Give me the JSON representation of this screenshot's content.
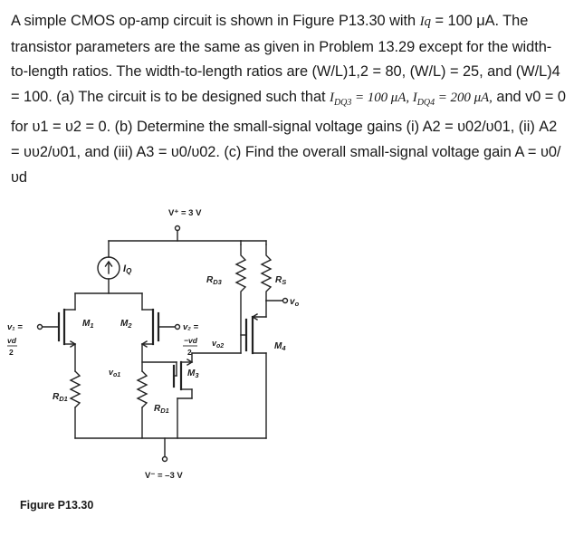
{
  "problem": {
    "part1": "A simple CMOS op-amp circuit is shown in Figure P13.30 with ",
    "iq_sym": "Iq",
    "part2": " = 100 μA. The transistor parameters are the same as given in Problem 13.29 except for the width-to-length ratios. The width-to-length ratios are (W/L)1,2 = 80, (W/L) = 25, and (W/L)4 = 100. (a) The circuit is to be designed such that ",
    "idq3": "I",
    "idq3_sub": "DQ3",
    "idq3_val": " = 100 μA,  ",
    "idq4": "I",
    "idq4_sub": "DQ4",
    "idq4_val": " = 200 μA,",
    "part3": " and v0 = 0 for υ1 = υ2 = 0. (b) Determine the small-signal voltage gains (i) A2 = υ02/υ01, (ii) A2 = υυ2/υ01, and (iii) A3 = υ0/υ02. (c) Find the overall small-signal voltage gain A = υ0/υd"
  },
  "circuit": {
    "vplus": "V⁺ = 3 V",
    "vminus": "V⁻ = –3 V",
    "iq": "I",
    "iq_sub": "Q",
    "rd3": "R",
    "rd3_sub": "D3",
    "rs": "R",
    "rs_sub": "S",
    "vo": "v",
    "vo_sub": "o",
    "m1": "M",
    "m1_sub": "1",
    "m2": "M",
    "m2_sub": "2",
    "m3": "M",
    "m3_sub": "3",
    "m4": "M",
    "m4_sub": "4",
    "v1_label": "v₁ =",
    "v1_frac_num": "vd",
    "v1_frac_den": "2",
    "v2_label": "v₂ =",
    "v2_frac_num": "−vd",
    "v2_frac_den": "2",
    "vo1": "v",
    "vo1_sub": "o1",
    "vo2": "v",
    "vo2_sub": "o2",
    "rd1_left": "R",
    "rd1_left_sub": "D1",
    "rd1_right": "R",
    "rd1_right_sub": "D1"
  },
  "figure_caption": "Figure P13.30"
}
